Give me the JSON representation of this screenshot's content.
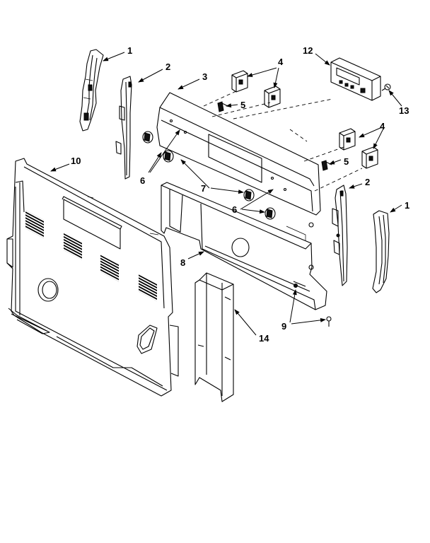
{
  "callouts": {
    "c1a": "1",
    "c2a": "2",
    "c3": "3",
    "c4a": "4",
    "c5a": "5",
    "c12": "12",
    "c13": "13",
    "c10": "10",
    "c6a": "6",
    "c7": "7",
    "c6b": "6",
    "c4b": "4",
    "c5b": "5",
    "c2b": "2",
    "c1b": "1",
    "c8": "8",
    "c9": "9",
    "c14": "14"
  }
}
